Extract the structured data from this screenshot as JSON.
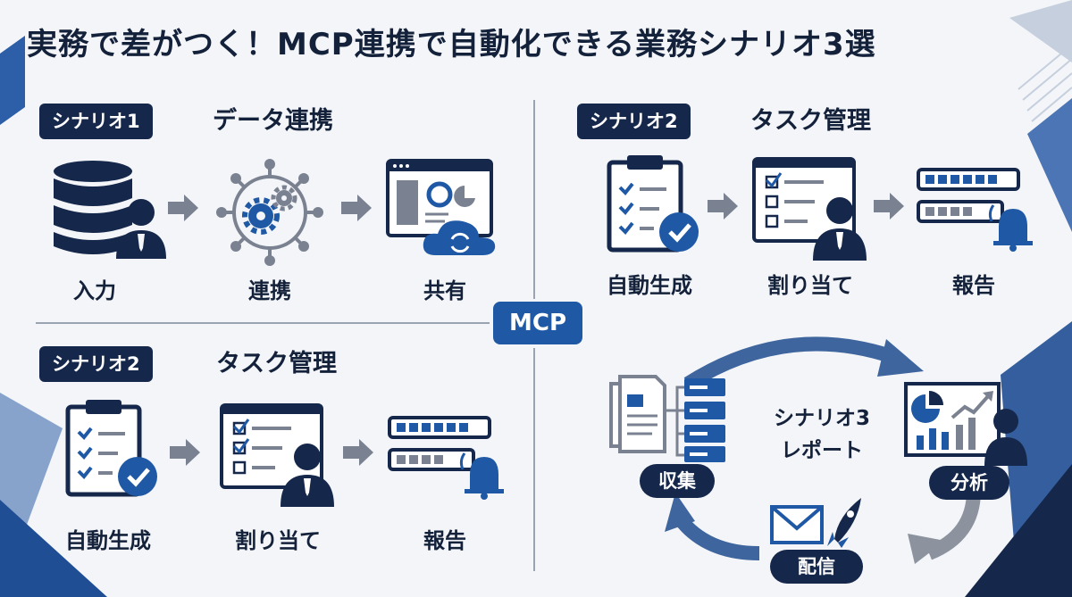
{
  "title": "実務で差がつく！MCP連携で自動化できる業務シナリオ3選",
  "hub_label": "MCP",
  "scenario_a": {
    "badge": "シナリオ1",
    "title": "データ連携",
    "steps": [
      "入力",
      "連携",
      "共有"
    ]
  },
  "scenario_b": {
    "badge": "シナリオ2",
    "title": "タスク管理",
    "steps": [
      "自動生成",
      "割り当て",
      "報告"
    ]
  },
  "scenario_c": {
    "badge": "シナリオ2",
    "title": "タスク管理",
    "steps": [
      "自動生成",
      "割り当て",
      "報告"
    ]
  },
  "scenario_d": {
    "center_line1": "シナリオ3",
    "center_line2": "レポート",
    "steps": [
      "収集",
      "分析",
      "配信"
    ]
  },
  "colors": {
    "navy": "#15274a",
    "blue": "#1f58a4",
    "gray": "#7a8190",
    "background": "#f3f5f8"
  }
}
